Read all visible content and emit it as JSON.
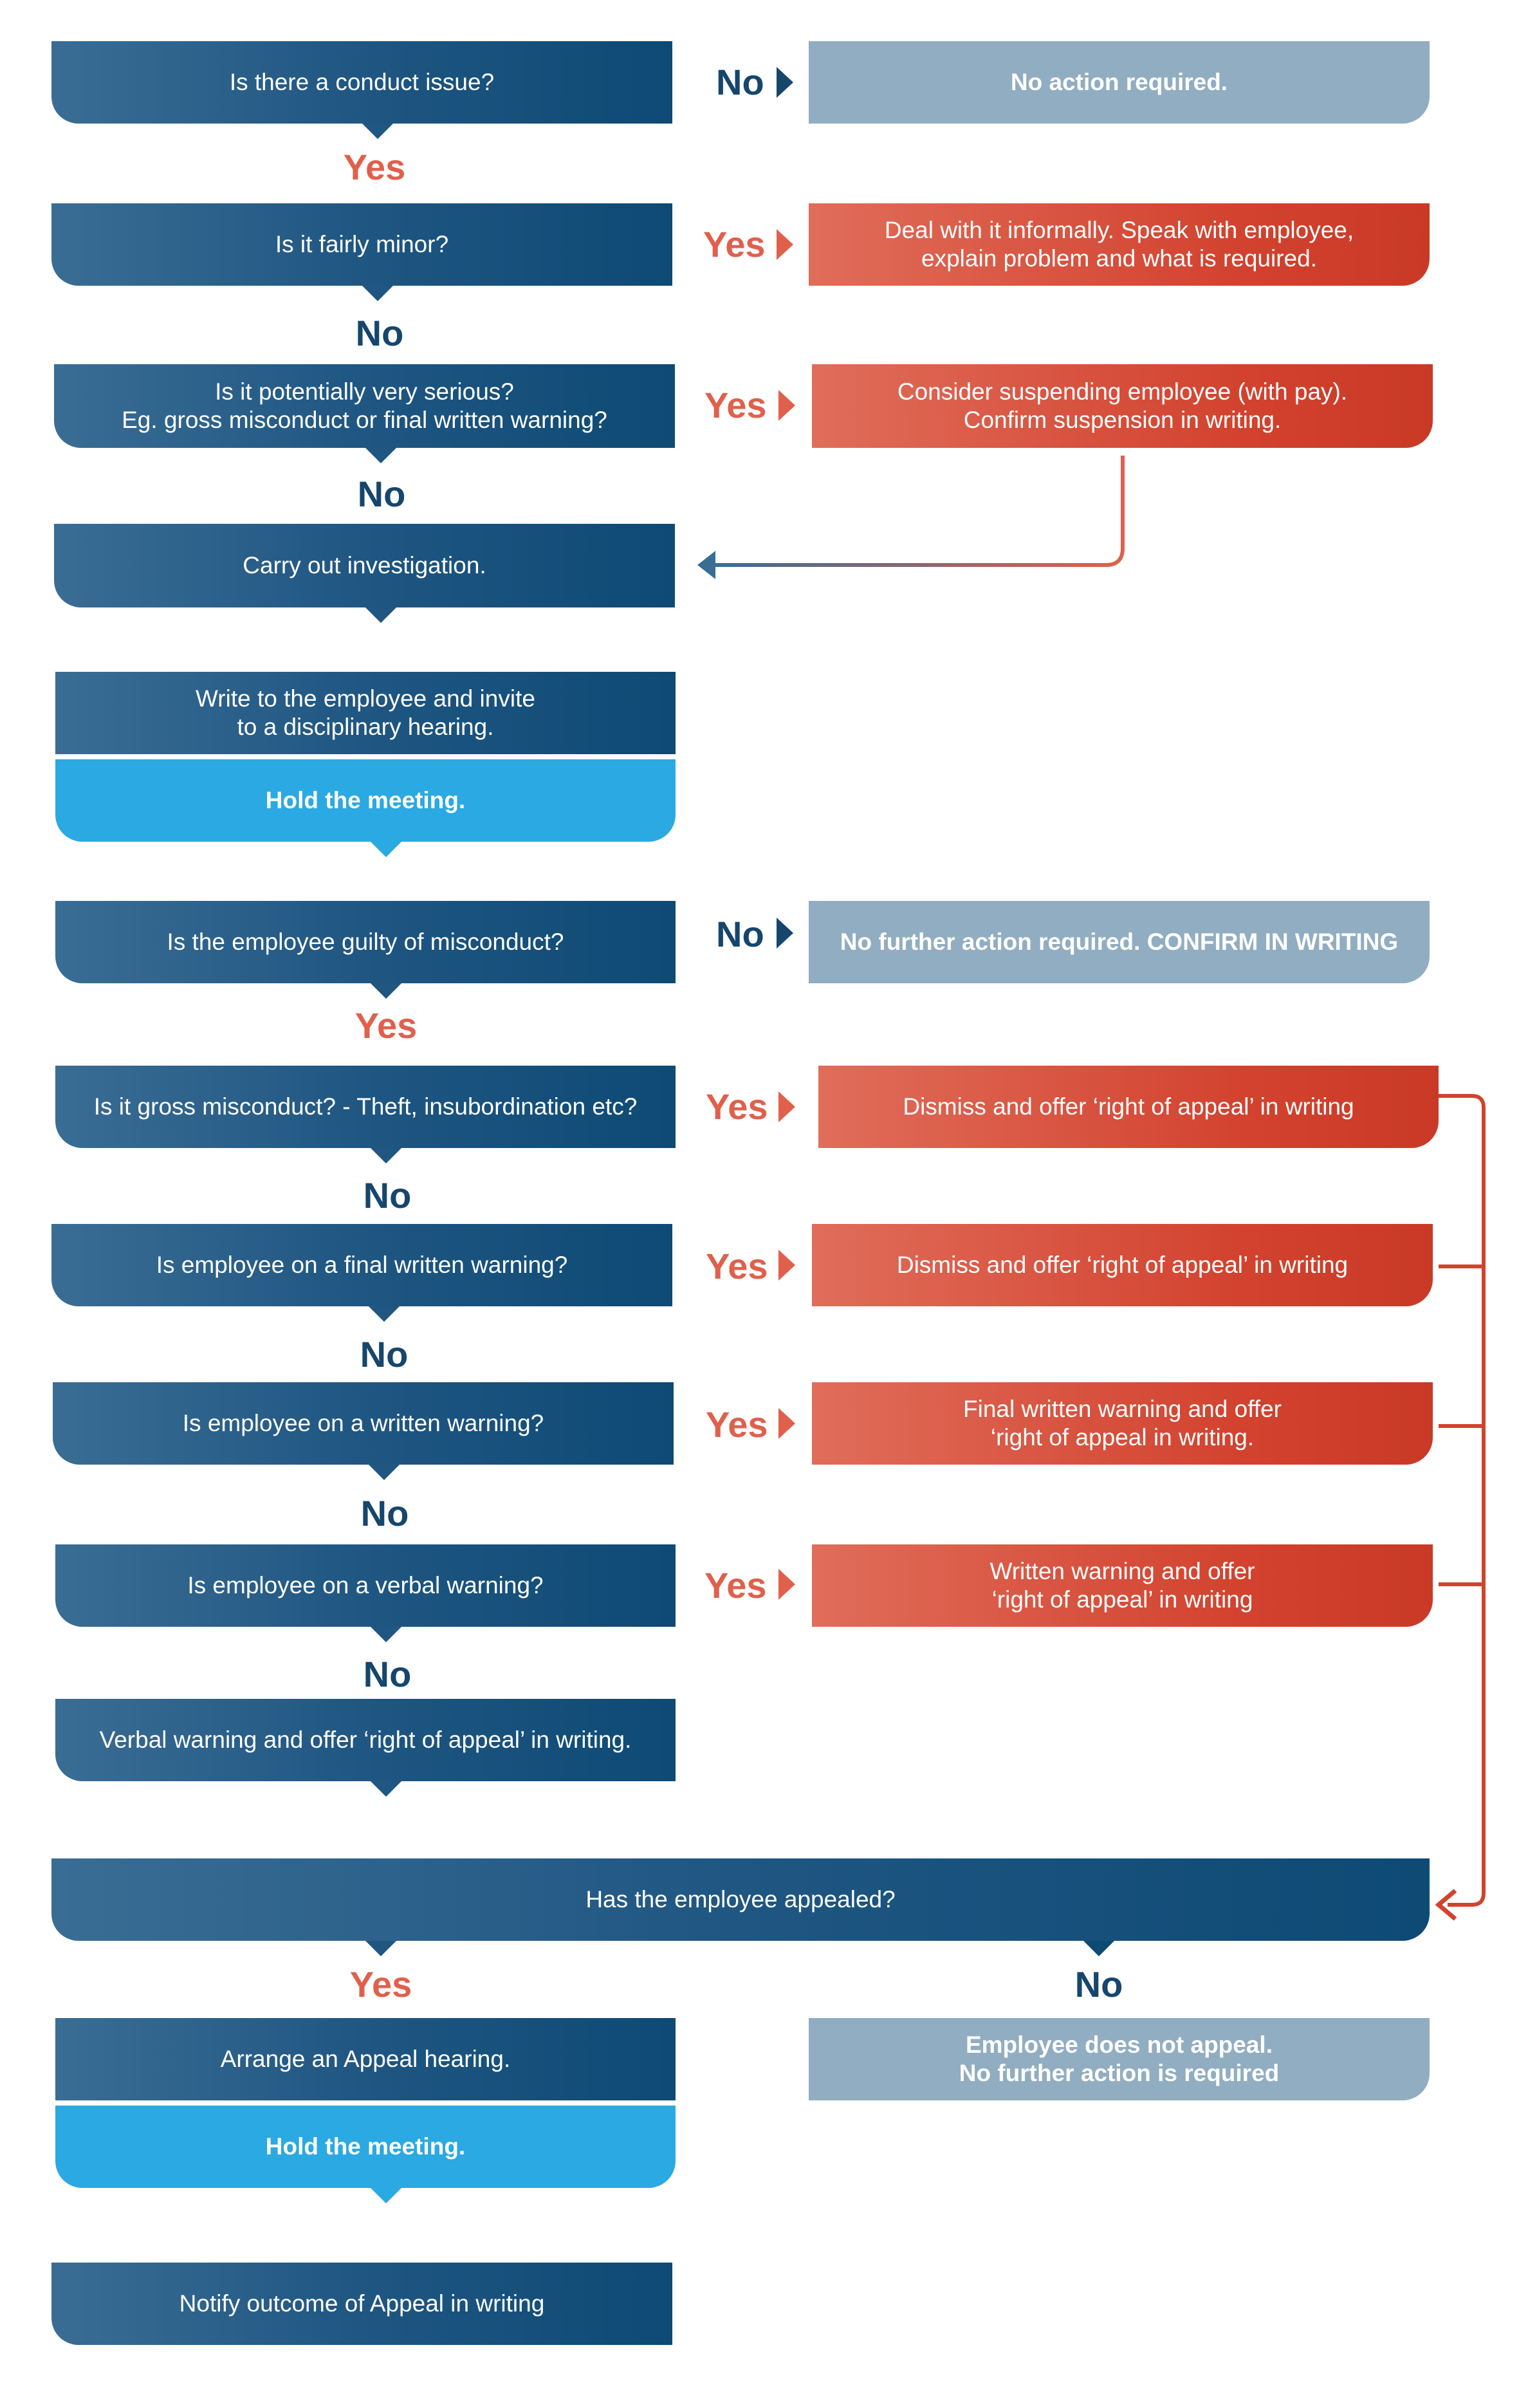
{
  "flow": {
    "q1": "Is there a conduct issue?",
    "no_action": "No action required.",
    "q2": "Is it fairly minor?",
    "informal": "Deal with it informally.  Speak with employee,\nexplain problem and what is required.",
    "q3": "Is it potentially very serious?\nEg. gross misconduct or final written warning?",
    "suspend": "Consider suspending employee (with pay).\nConfirm suspension in writing.",
    "investigate": "Carry out investigation.",
    "write_invite": "Write to  the employee and invite\nto a disciplinary hearing.",
    "hold_meeting_1": "Hold the meeting.",
    "q4": "Is the employee guilty of misconduct?",
    "no_further": "No further action required. CONFIRM IN WRITING",
    "q5": "Is it gross misconduct? - Theft, insubordination etc?",
    "dismiss_1": "Dismiss and offer ‘right of appeal’ in writing",
    "q6": "Is employee on a final written warning?",
    "dismiss_2": "Dismiss and offer ‘right of appeal’ in writing",
    "q7": "Is employee on a written warning?",
    "final_warning": "Final written warning and offer\n‘right of appeal in writing.",
    "q8": "Is employee on a verbal warning?",
    "written_warning": "Written warning and offer\n‘right of appeal’ in writing",
    "verbal_warning": "Verbal warning and offer ‘right of appeal’ in writing.",
    "q9": "Has the employee appealed?",
    "arrange_appeal": "Arrange an Appeal hearing.",
    "hold_meeting_2": "Hold the meeting.",
    "no_appeal": "Employee does not appeal.\nNo further action is required",
    "notify": "Notify outcome of Appeal in writing"
  },
  "labels": {
    "yes": "Yes",
    "no": "No"
  },
  "colors": {
    "dark_blue": "#16466c",
    "yes_red": "#e0604c",
    "grey": "#91adc1",
    "light_blue": "#2aa9e2",
    "red_box": "#d2422e"
  }
}
